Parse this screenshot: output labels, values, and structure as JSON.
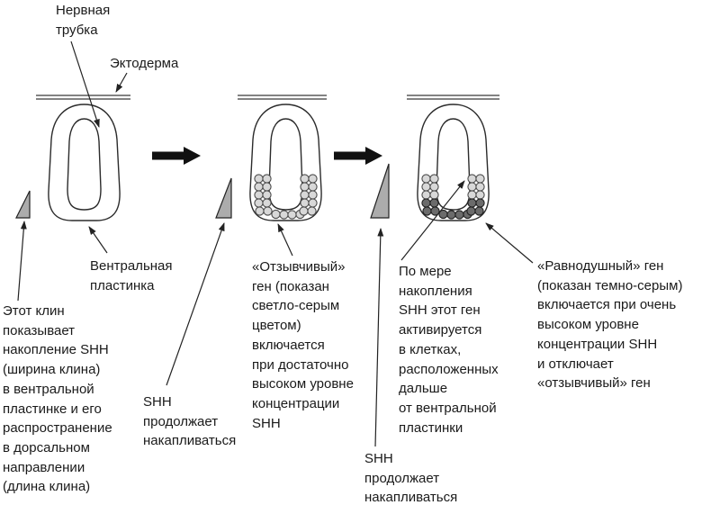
{
  "figure": {
    "labels": {
      "neural_tube": "Нервная\nтрубка",
      "ectoderm": "Эктодерма",
      "ventral_plate": "Вентральная\nпластинка",
      "wedge_explanation": "Этот клин\nпоказывает\nнакопление SHH\n(ширина клина)\nв вентральной\nпластинке и его\nраспространение\nв дорсальном\nнаправлении\n(длина клина)",
      "shh_accumulates_1": "SHH\nпродолжает\nнакапливаться",
      "responsive_gene": "«Отзывчивый»\nген (показан\nсветло-серым\nцветом)\nвключается\nпри достаточно\nвысоком уровне\nконцентрации\nSHH",
      "gene_activation": "По мере\nнакопления\nSHH этот ген\nактивируется\nв клетках,\nрасположенных\nдальше\nот вентральной\nпластинки",
      "indifferent_gene": "«Равнодушный» ген\n(показан темно-серым)\nвключается при очень\nвысоком уровне\nконцентрации SHH\nи отключает\n«отзывчивый» ген",
      "shh_accumulates_2": "SHH\nпродолжает\nнакапливаться"
    },
    "colors": {
      "background": "#ffffff",
      "outline": "#2b2b2b",
      "text": "#1a1a1a",
      "wedge_gray": "#acacac",
      "light_cell": "#d8d8d8",
      "dark_cell": "#6b6b6b",
      "arrow_black": "#111111"
    }
  }
}
